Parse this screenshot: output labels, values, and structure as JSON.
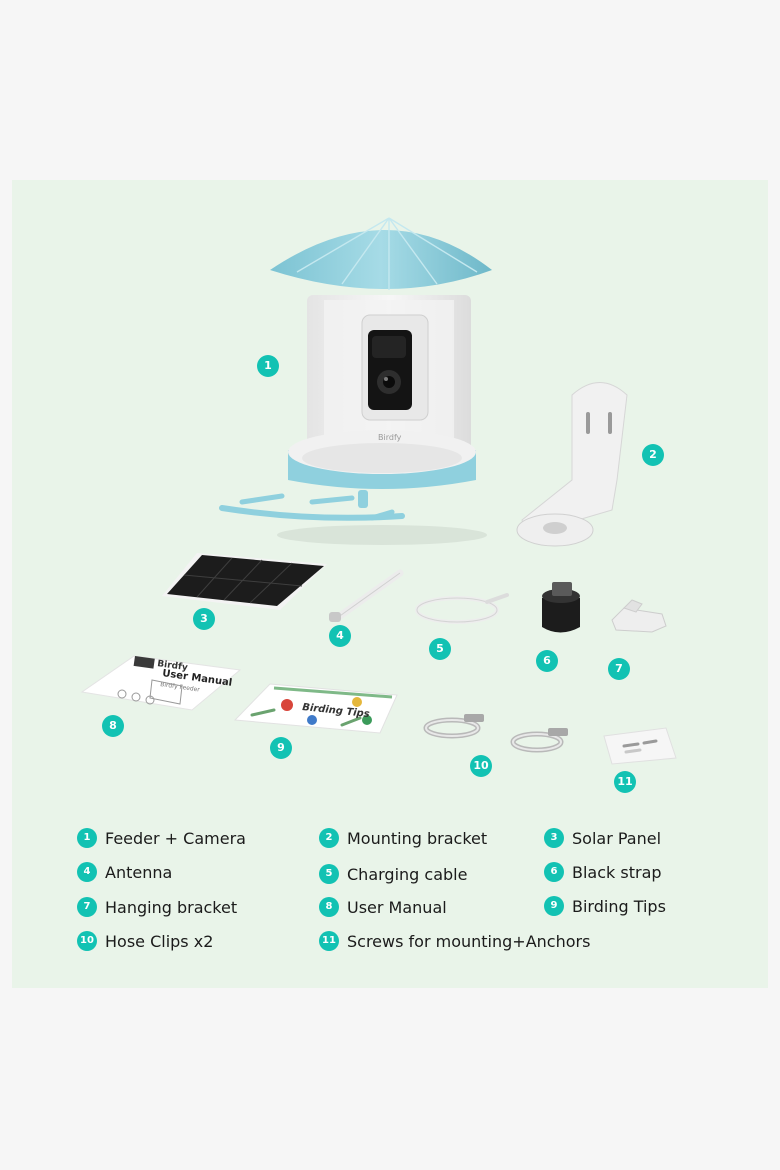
{
  "brand": {
    "accent": "#12c2b3",
    "panel_bg": "#e9f4e9",
    "page_bg": "#f6f6f6",
    "roof": "#8fd0de"
  },
  "camera_logo": "Birdfy",
  "manual": {
    "logo": "Birdfy",
    "title": "User Manual",
    "subtitle": "Birdfy Feeder"
  },
  "booklet": {
    "title": "Birding Tips"
  },
  "callouts": [
    "1",
    "2",
    "3",
    "4",
    "5",
    "6",
    "7",
    "8",
    "9",
    "10",
    "11"
  ],
  "legend": [
    {
      "num": "1",
      "label": "Feeder + Camera"
    },
    {
      "num": "2",
      "label": "Mounting bracket"
    },
    {
      "num": "3",
      "label": "Solar Panel"
    },
    {
      "num": "4",
      "label": "Antenna"
    },
    {
      "num": "5",
      "label": "Charging cable"
    },
    {
      "num": "6",
      "label": "Black strap"
    },
    {
      "num": "7",
      "label": "Hanging bracket"
    },
    {
      "num": "8",
      "label": "User Manual"
    },
    {
      "num": "9",
      "label": "Birding Tips"
    },
    {
      "num": "10",
      "label": "Hose Clips x2"
    },
    {
      "num": "11",
      "label": "Screws for mounting+Anchors"
    }
  ]
}
